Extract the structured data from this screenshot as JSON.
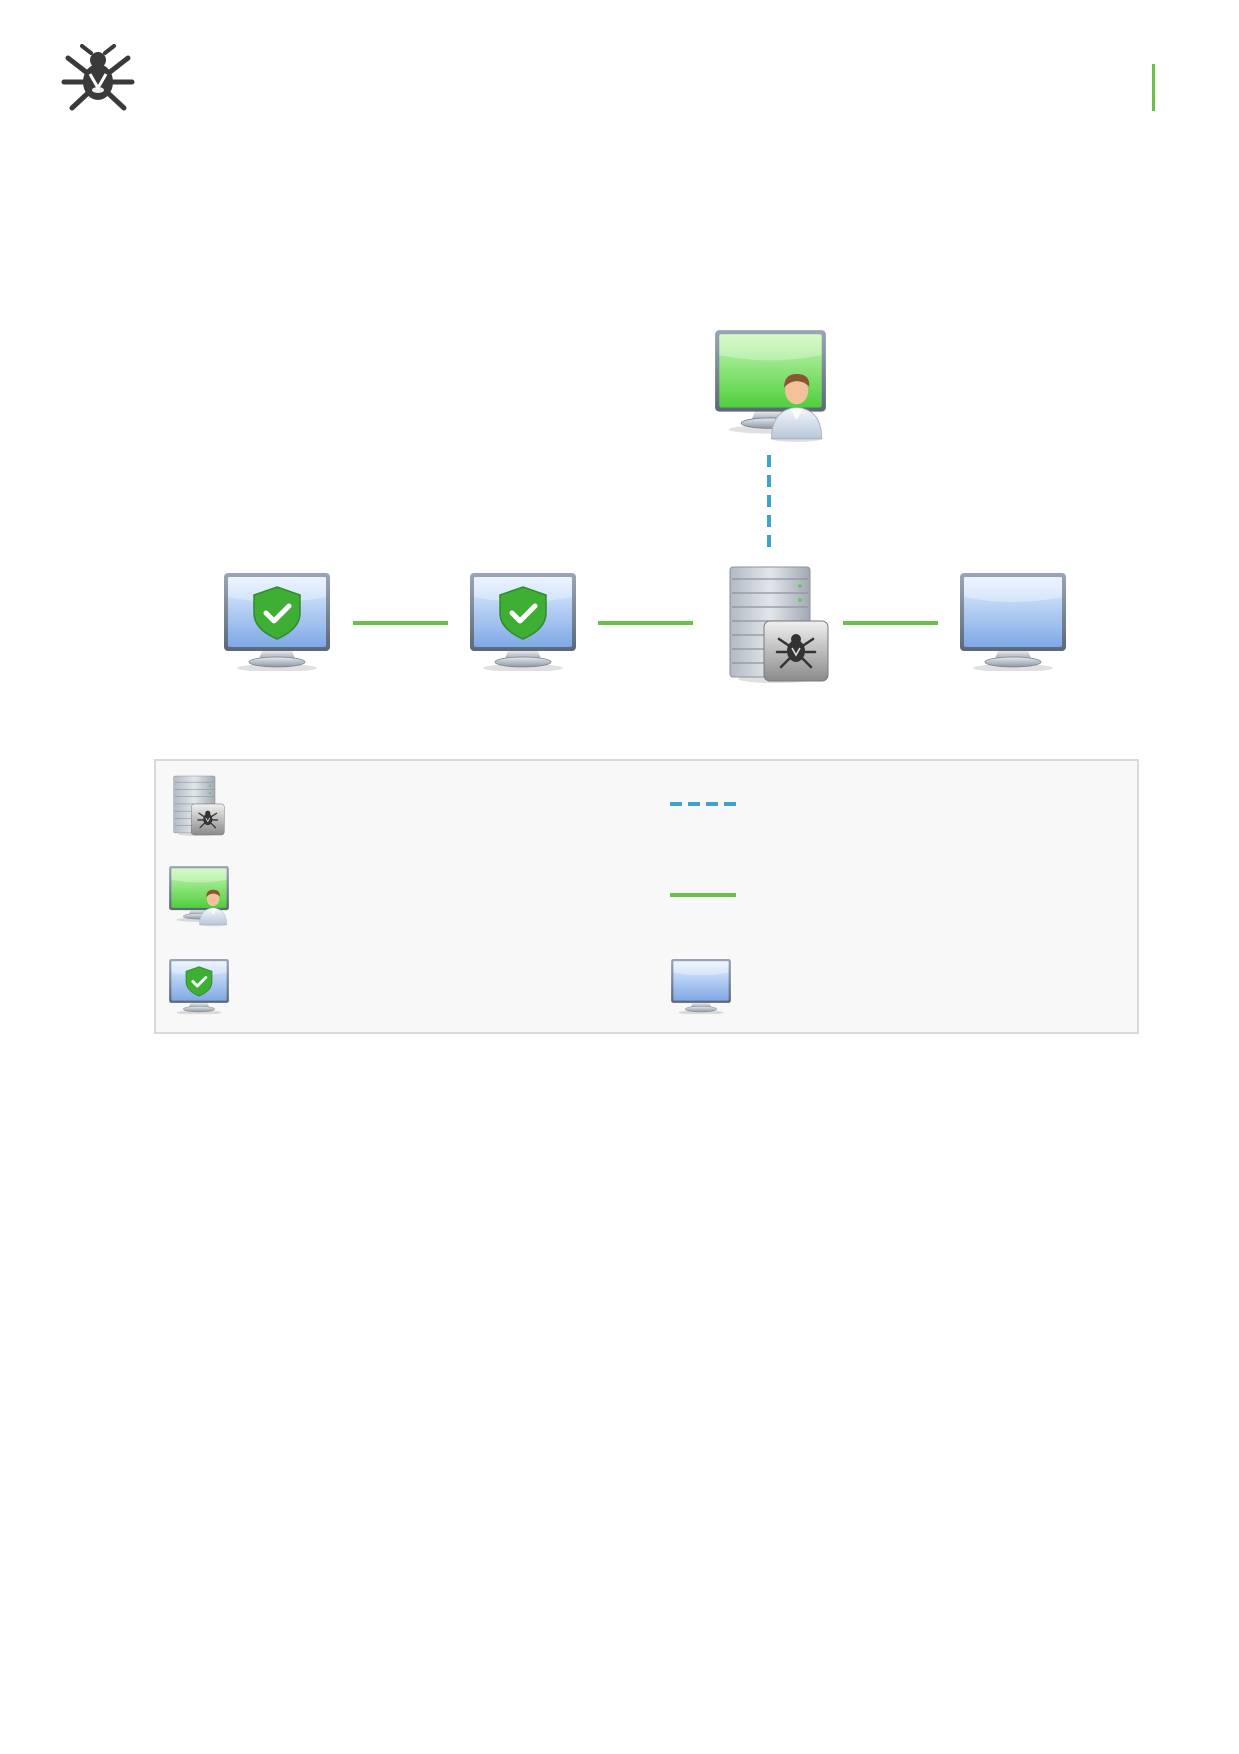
{
  "header": {
    "logo_icon": "dr-web-spider-logo-icon",
    "accent_color": "#6cc04a"
  },
  "diagram": {
    "nodes": [
      {
        "id": "admin-workstation",
        "icon": "admin-workstation-icon"
      },
      {
        "id": "protected-station-1",
        "icon": "protected-station-icon"
      },
      {
        "id": "protected-station-2",
        "icon": "protected-station-icon"
      },
      {
        "id": "drweb-server",
        "icon": "drweb-server-icon"
      },
      {
        "id": "unprotected-station",
        "icon": "unprotected-station-icon"
      }
    ],
    "links": [
      {
        "from": "admin-workstation",
        "to": "drweb-server",
        "style": "dashed",
        "color": "#3ba3cc"
      },
      {
        "from": "protected-station-1",
        "to": "protected-station-2",
        "style": "solid",
        "color": "#6cc04a"
      },
      {
        "from": "protected-station-2",
        "to": "drweb-server",
        "style": "solid",
        "color": "#6cc04a"
      },
      {
        "from": "drweb-server",
        "to": "unprotected-station",
        "style": "solid",
        "color": "#6cc04a"
      }
    ]
  },
  "legend": {
    "items": [
      {
        "icon": "drweb-server-icon"
      },
      {
        "icon": "dashed-line-icon",
        "color": "#3ba3cc"
      },
      {
        "icon": "admin-workstation-icon"
      },
      {
        "icon": "solid-line-icon",
        "color": "#6cc04a"
      },
      {
        "icon": "protected-station-icon"
      },
      {
        "icon": "unprotected-station-icon"
      }
    ]
  }
}
